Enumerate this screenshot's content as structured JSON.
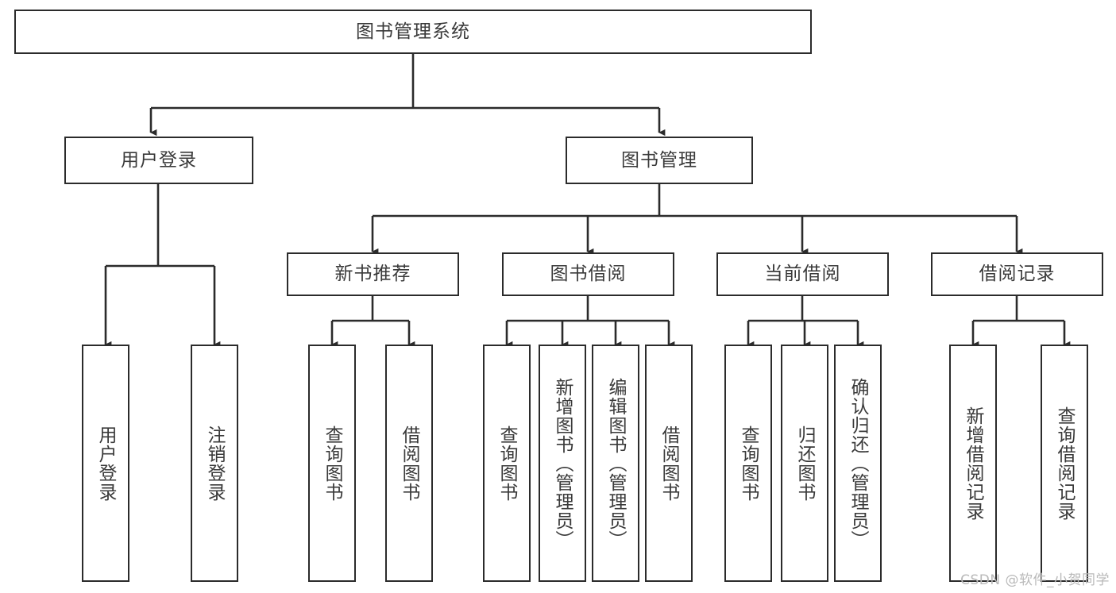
{
  "diagram": {
    "title": "图书管理系统",
    "type": "tree-hierarchy",
    "watermark": "CSDN @软件_小贺同学",
    "colors": {
      "box_border": "#2b2b2b",
      "box_fill": "#ffffff",
      "text": "#3a3a3a",
      "edge": "#2b2b2b",
      "watermark": "#b9b9b9",
      "background": "#ffffff"
    },
    "root": {
      "label": "图书管理系统"
    },
    "level2": [
      {
        "label": "用户登录"
      },
      {
        "label": "图书管理"
      }
    ],
    "level3": [
      {
        "label": "新书推荐"
      },
      {
        "label": "图书借阅"
      },
      {
        "label": "当前借阅"
      },
      {
        "label": "借阅记录"
      }
    ],
    "leaves": {
      "user_login": [
        {
          "label": "用户登录"
        },
        {
          "label": "注销登录"
        }
      ],
      "new_book_recommend": [
        {
          "label": "查询图书"
        },
        {
          "label": "借阅图书"
        }
      ],
      "book_borrow": [
        {
          "label": "查询图书"
        },
        {
          "label": "新增图书（管理员）"
        },
        {
          "label": "编辑图书（管理员）"
        },
        {
          "label": "借阅图书"
        }
      ],
      "current_borrow": [
        {
          "label": "查询图书"
        },
        {
          "label": "归还图书"
        },
        {
          "label": "确认归还（管理员）"
        }
      ],
      "borrow_record": [
        {
          "label": "新增借阅记录"
        },
        {
          "label": "查询借阅记录"
        }
      ]
    }
  }
}
